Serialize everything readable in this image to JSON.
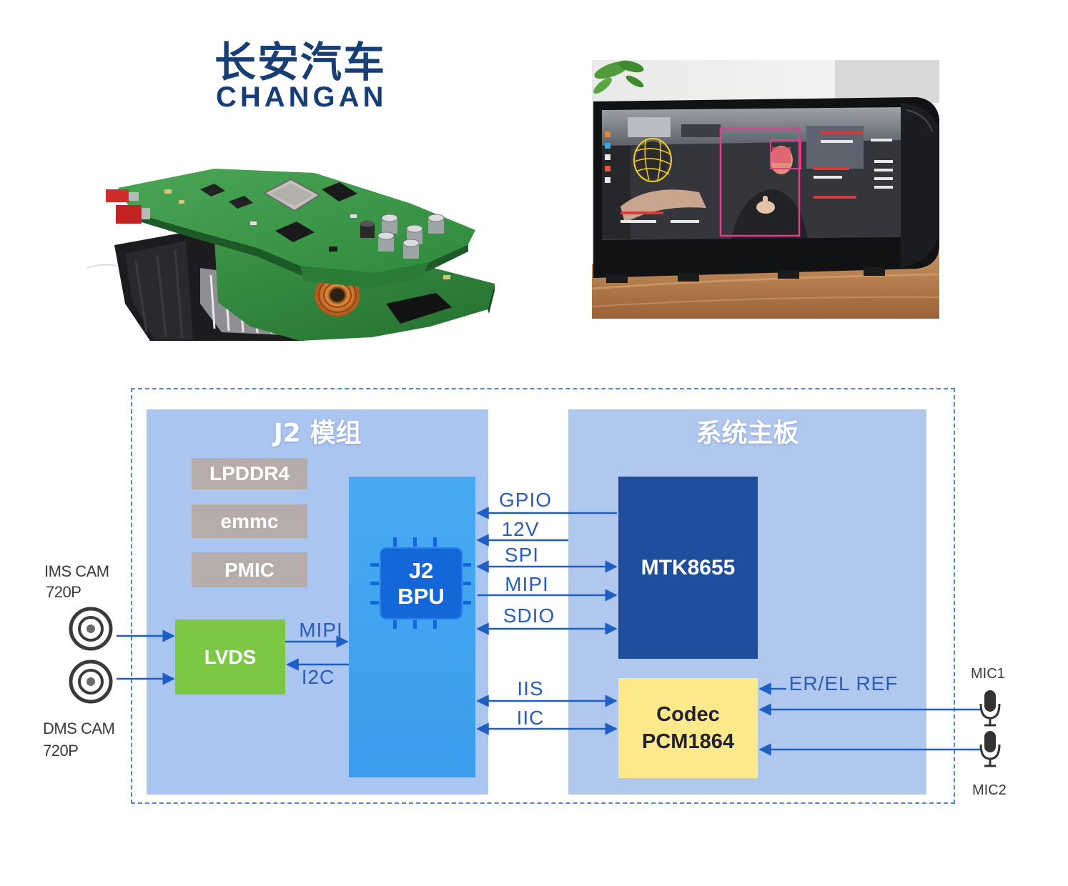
{
  "brand": {
    "name_cn": "长安汽车",
    "name_en": "CHANGAN"
  },
  "diagram": {
    "j2_module": {
      "title": "J2 模组",
      "memory": [
        "LPDDR4",
        "emmc",
        "PMIC"
      ],
      "lvds": "LVDS",
      "bpu": {
        "line1": "J2",
        "line2": "BPU"
      }
    },
    "mainboard": {
      "title": "系统主板",
      "soc": "MTK8655",
      "codec": {
        "line1": "Codec",
        "line2": "PCM1864"
      }
    },
    "buses": [
      "GPIO",
      "12V",
      "SPI",
      "MIPI",
      "SDIO",
      "IIS",
      "IIC"
    ],
    "lvds_links": {
      "to_bpu": "MIPI",
      "from_bpu": "I2C"
    },
    "cameras": [
      {
        "name": "IMS CAM",
        "resolution": "720P"
      },
      {
        "name": "DMS CAM",
        "resolution": "720P"
      }
    ],
    "codec_inputs": {
      "reference": "ER/EL REF",
      "mics": [
        "MIC1",
        "MIC2"
      ]
    }
  },
  "colors": {
    "brand": "#173e75",
    "panel": "#aac5f0",
    "memory": "#b6aca9",
    "lvds": "#7cc744",
    "bpu": "#3ea2f0",
    "bpu_chip": "#1467d9",
    "soc": "#1f4e9e",
    "codec": "#fde98c",
    "link": "#1d5fc4"
  },
  "photos": [
    {
      "subject": "pcb-module",
      "icon": "circuit-board"
    },
    {
      "subject": "in-car-display",
      "icon": "monitor"
    }
  ]
}
